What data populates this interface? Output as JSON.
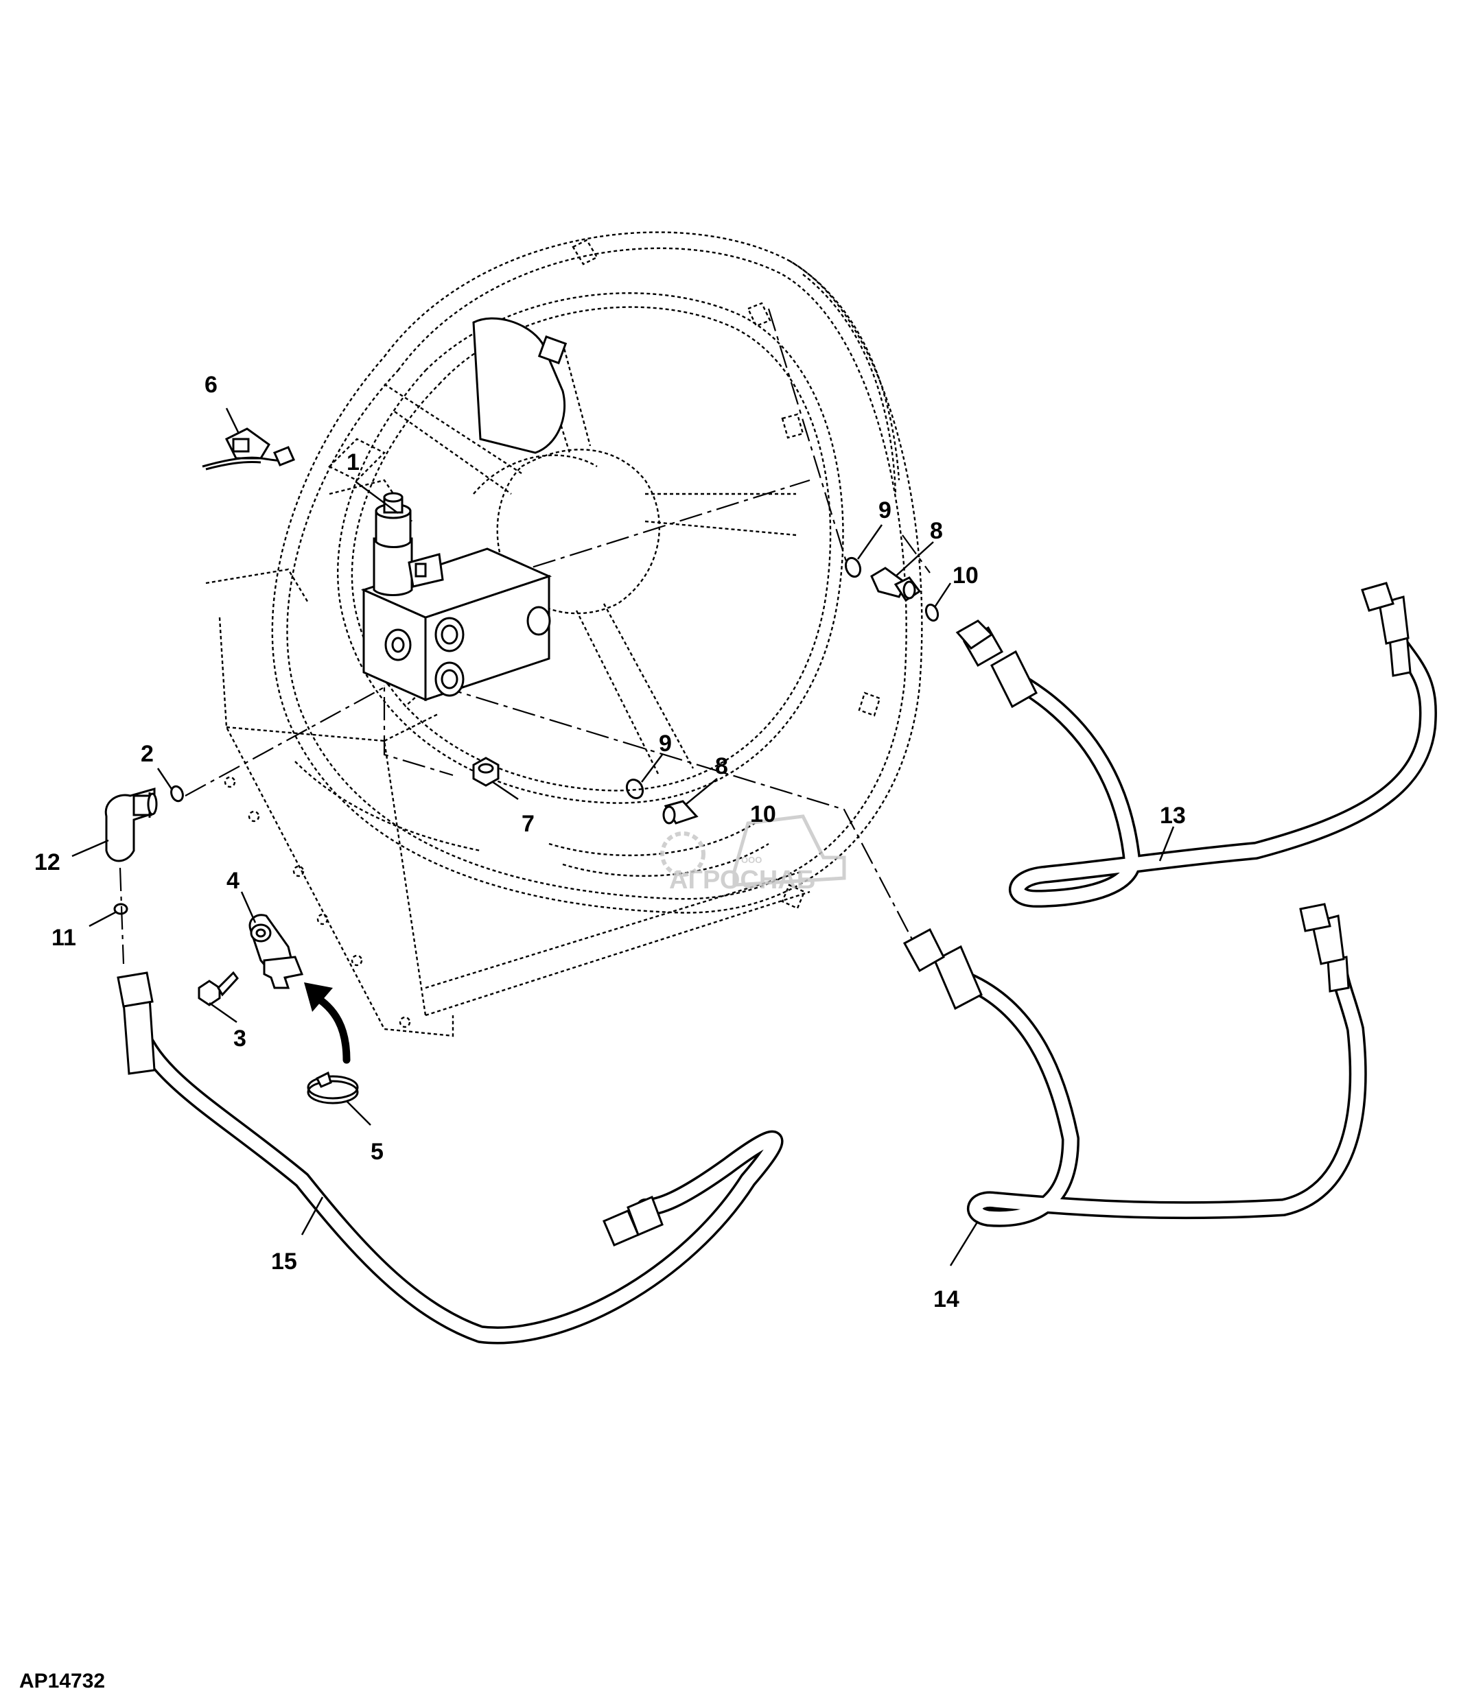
{
  "figure_id": "AP14732",
  "watermark": {
    "company": "АГРОСНАБ",
    "prefix": "ООО"
  },
  "callouts": [
    "1",
    "2",
    "3",
    "4",
    "5",
    "6",
    "7",
    "8",
    "8",
    "9",
    "9",
    "10",
    "10",
    "11",
    "12",
    "13",
    "14",
    "15"
  ]
}
